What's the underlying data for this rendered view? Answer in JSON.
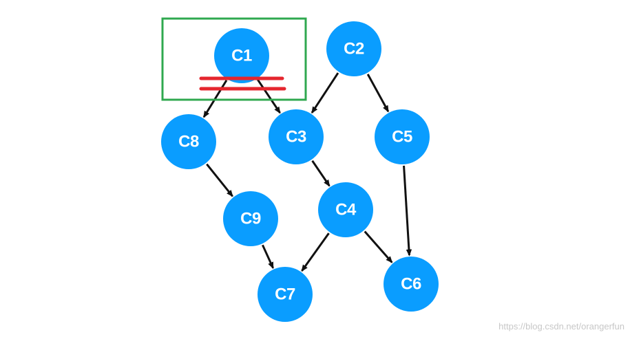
{
  "colors": {
    "node_fill": "#0a9dff",
    "node_text": "#ffffff",
    "edge": "#111111",
    "highlight_box": "#2fa84f",
    "strike": "#e5262e"
  },
  "nodes": [
    {
      "id": "C1",
      "label": "C1"
    },
    {
      "id": "C2",
      "label": "C2"
    },
    {
      "id": "C3",
      "label": "C3"
    },
    {
      "id": "C4",
      "label": "C4"
    },
    {
      "id": "C5",
      "label": "C5"
    },
    {
      "id": "C6",
      "label": "C6"
    },
    {
      "id": "C7",
      "label": "C7"
    },
    {
      "id": "C8",
      "label": "C8"
    },
    {
      "id": "C9",
      "label": "C9"
    }
  ],
  "edges": [
    {
      "from": "C1",
      "to": "C8"
    },
    {
      "from": "C1",
      "to": "C3"
    },
    {
      "from": "C2",
      "to": "C3"
    },
    {
      "from": "C2",
      "to": "C5"
    },
    {
      "from": "C3",
      "to": "C4"
    },
    {
      "from": "C5",
      "to": "C6"
    },
    {
      "from": "C4",
      "to": "C7"
    },
    {
      "from": "C4",
      "to": "C6"
    },
    {
      "from": "C8",
      "to": "C9"
    },
    {
      "from": "C9",
      "to": "C7"
    }
  ],
  "watermark": "https://blog.csdn.net/orangerfun"
}
